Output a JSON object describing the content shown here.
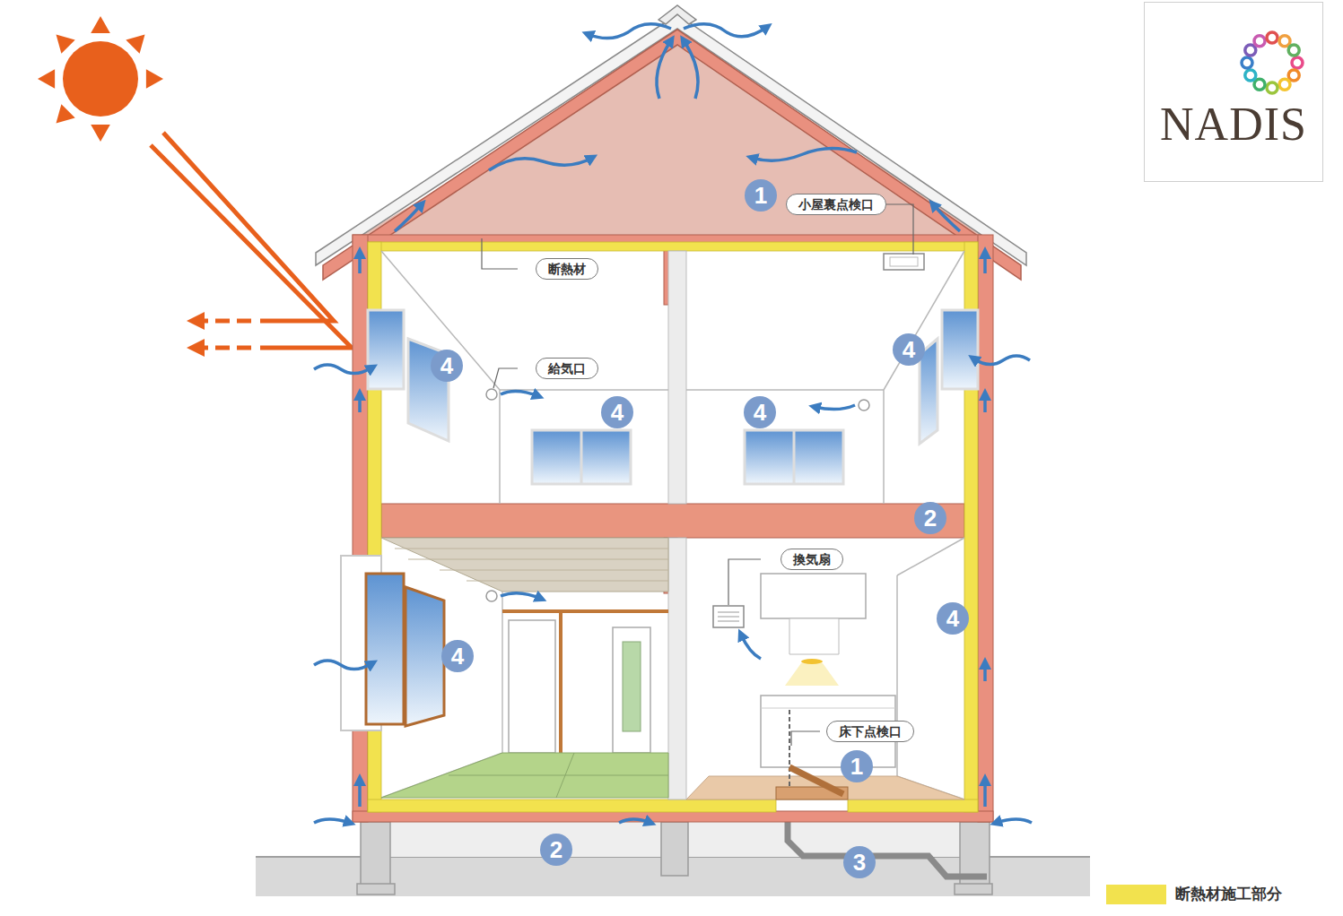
{
  "diagram": {
    "nodes": [
      {
        "text": [
          "NADIS"
        ]
      },
      {
        "text": [
          "1"
        ]
      },
      {
        "text": [
          "小屋裏点検口"
        ]
      },
      {
        "text": [
          "断熱材"
        ]
      },
      {
        "text": [
          "4"
        ]
      },
      {
        "text": [
          "給気口"
        ]
      },
      {
        "text": [
          "4"
        ]
      },
      {
        "text": [
          "4"
        ]
      },
      {
        "text": [
          "4"
        ]
      },
      {
        "text": [
          "2"
        ]
      },
      {
        "text": [
          "換気扇"
        ]
      },
      {
        "text": [
          "4"
        ]
      },
      {
        "text": [
          "4"
        ]
      },
      {
        "text": [
          "床下点検口"
        ]
      },
      {
        "text": [
          "1"
        ]
      },
      {
        "text": [
          "2"
        ]
      },
      {
        "text": [
          "3"
        ]
      }
    ],
    "legend": [
      {
        "text": "断熱材施工部分",
        "color": "#f2e24e"
      }
    ]
  }
}
